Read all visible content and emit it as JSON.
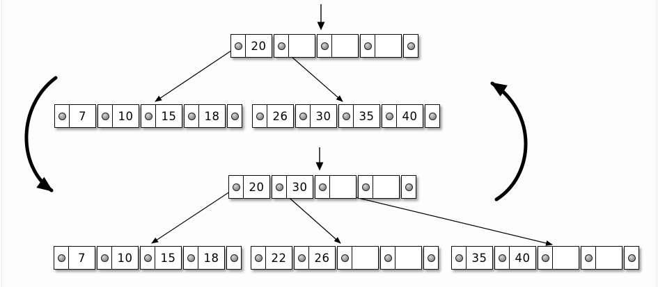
{
  "diagram_type": "b-tree-split-diagram",
  "nodes": [
    {
      "id": "before-root",
      "keys": [
        "20",
        "",
        "",
        ""
      ]
    },
    {
      "id": "before-child-left",
      "keys": [
        "7",
        "10",
        "15",
        "18"
      ]
    },
    {
      "id": "before-child-right",
      "keys": [
        "26",
        "30",
        "35",
        "40"
      ]
    },
    {
      "id": "after-root",
      "keys": [
        "20",
        "30",
        "",
        ""
      ]
    },
    {
      "id": "after-child-left",
      "keys": [
        "7",
        "10",
        "15",
        "18"
      ]
    },
    {
      "id": "after-child-middle",
      "keys": [
        "22",
        "26",
        "",
        ""
      ]
    },
    {
      "id": "after-child-right",
      "keys": [
        "35",
        "40",
        "",
        ""
      ]
    }
  ],
  "icons": {
    "pointer_slot": "circle-dot",
    "insertion_point": "down-arrow",
    "child_link": "thin-arrow",
    "transition_left": "thick-curved-arrow-down",
    "transition_right": "thick-curved-arrow-up"
  },
  "colors": {
    "background": "#fdfdfd",
    "node_fill": "#ffffff",
    "stroke": "#000000",
    "pointer_dot": "#9a9a9a",
    "shadow": "rgba(0,0,0,0.38)"
  }
}
